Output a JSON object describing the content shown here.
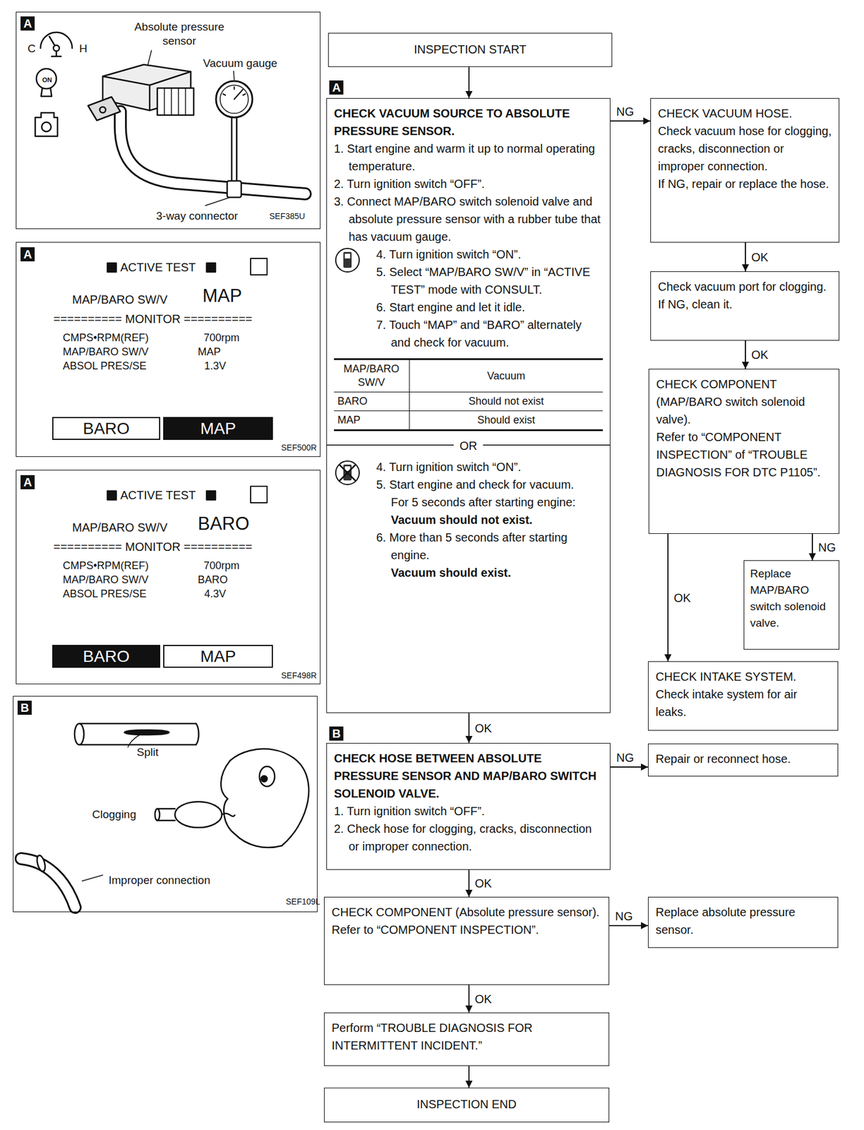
{
  "diagram": {
    "nodes": [
      {
        "text": [
          "A",
          "C",
          "H",
          "ON",
          "Absolute pressure sensor",
          "Vacuum gauge",
          "3-way connector",
          "SEF385U"
        ]
      },
      {
        "text": [
          "A",
          "ACTIVE TEST",
          "MAP/BARO SW/V",
          "MAP",
          "========== MONITOR ==========",
          "CMPS•RPM(REF)",
          "700rpm",
          "MAP/BARO SW/V",
          "MAP",
          "ABSOL PRES/SE",
          "1.3V",
          "SEF500R"
        ]
      },
      {
        "text": [
          "BARO"
        ],
        "in": 1
      },
      {
        "text": [
          "MAP"
        ],
        "in": 1
      },
      {
        "text": [
          "A",
          "ACTIVE TEST",
          "MAP/BARO SW/V",
          "BARO",
          "========== MONITOR ==========",
          "CMPS•RPM(REF)",
          "700rpm",
          "MAP/BARO SW/V",
          "BARO",
          "ABSOL PRES/SE",
          "4.3V",
          "SEF498R"
        ]
      },
      {
        "text": [
          "BARO"
        ],
        "in": 4
      },
      {
        "text": [
          "MAP"
        ],
        "in": 4
      },
      {
        "text": [
          "B",
          "Split",
          "Clogging",
          "Improper connection",
          "SEF109L"
        ]
      },
      {
        "text": [
          "INSPECTION START"
        ]
      },
      {
        "text": [
          "CHECK VACUUM SOURCE TO ABSOLUTE PRESSURE SENSOR.",
          "1. Start engine and warm it up to normal operating temperature.",
          "2. Turn ignition switch “OFF”.",
          "3. Connect MAP/BARO switch solenoid valve and absolute pressure sensor with a rubber tube that has vacuum gauge.",
          "4. Turn ignition switch “ON”.",
          "5. Select “MAP/BARO SW/V” in “ACTIVE TEST” mode with CONSULT.",
          "6. Start engine and let it idle.",
          "7. Touch “MAP” and “BARO” alternately and check for vacuum.",
          "4. Turn ignition switch “ON”.",
          "5. Start engine and check for vacuum.",
          "For 5 seconds after starting engine:",
          "Vacuum should not exist.",
          "6. More than 5 seconds after starting engine.",
          "Vacuum should exist."
        ]
      },
      {
        "text": [
          "CHECK VACUUM HOSE.",
          "Check vacuum hose for clogging, cracks, disconnection or improper connection.",
          "If NG, repair or replace the hose."
        ]
      },
      {
        "text": [
          "Check vacuum port for clogging.",
          "If NG, clean it."
        ]
      },
      {
        "text": [
          "CHECK COMPONENT (MAP/BARO switch solenoid valve).",
          "Refer to “COMPONENT INSPECTION” of “TROUBLE DIAGNOSIS FOR DTC P1105”."
        ]
      },
      {
        "text": [
          "Replace MAP/BARO switch solenoid valve."
        ]
      },
      {
        "text": [
          "CHECK INTAKE SYSTEM.",
          "Check intake system for air leaks."
        ]
      },
      {
        "text": [
          "CHECK HOSE BETWEEN ABSOLUTE PRESSURE SENSOR AND MAP/BARO SWITCH SOLENOID VALVE.",
          "1. Turn ignition switch “OFF”.",
          "2. Check hose for clogging, cracks, disconnection or improper connection."
        ]
      },
      {
        "text": [
          "Repair or reconnect hose."
        ]
      },
      {
        "text": [
          "CHECK COMPONENT (Absolute pressure sensor).",
          "Refer to “COMPONENT INSPECTION”."
        ]
      },
      {
        "text": [
          "Replace absolute pressure sensor."
        ]
      },
      {
        "text": [
          "Perform “TROUBLE DIAGNOSIS FOR INTERMITTENT INCIDENT.”"
        ]
      },
      {
        "text": [
          "INSPECTION END"
        ]
      }
    ],
    "edges": [
      {
        "from": 8,
        "to": 9,
        "arrow": "to"
      },
      {
        "from": 9,
        "to": 10,
        "label": "NG",
        "arrow": "to"
      },
      {
        "from": 10,
        "to": 11,
        "label": "OK",
        "arrow": "to"
      },
      {
        "from": 11,
        "to": 12,
        "label": "OK",
        "arrow": "to"
      },
      {
        "from": 12,
        "to": 14,
        "label": "OK",
        "arrow": "to"
      },
      {
        "from": 12,
        "to": 13,
        "label": "NG",
        "arrow": "to"
      },
      {
        "from": 9,
        "to": 15,
        "label": "OK",
        "arrow": "to"
      },
      {
        "from": 15,
        "to": 16,
        "label": "NG",
        "arrow": "to"
      },
      {
        "from": 15,
        "to": 17,
        "label": "OK",
        "arrow": "to"
      },
      {
        "from": 17,
        "to": 18,
        "label": "NG",
        "arrow": "to"
      },
      {
        "from": 17,
        "to": 19,
        "label": "OK",
        "arrow": "to"
      },
      {
        "from": 19,
        "to": 20,
        "arrow": "to"
      }
    ],
    "labels": [
      "A",
      "MAP/BARO SW/V",
      "Vacuum",
      "BARO",
      "Should not exist",
      "MAP",
      "Should exist",
      "OR",
      "B"
    ]
  }
}
